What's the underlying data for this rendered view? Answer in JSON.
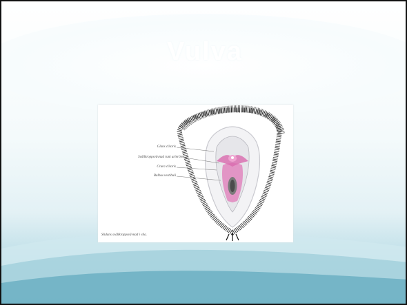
{
  "slide": {
    "title": "Vulva"
  },
  "figure": {
    "labels": [
      "Glans clitoris",
      "Svällkroppsvävnad runt urinröret",
      "Crura clitoris",
      "Bulbus vestibuli"
    ],
    "caption": "Slidans svällkroppsvävnad i vila."
  },
  "colors": {
    "wave_dark": "#6fb1c4",
    "wave_light": "#cfe8ef",
    "tissue_pink": "#e07ab8"
  }
}
